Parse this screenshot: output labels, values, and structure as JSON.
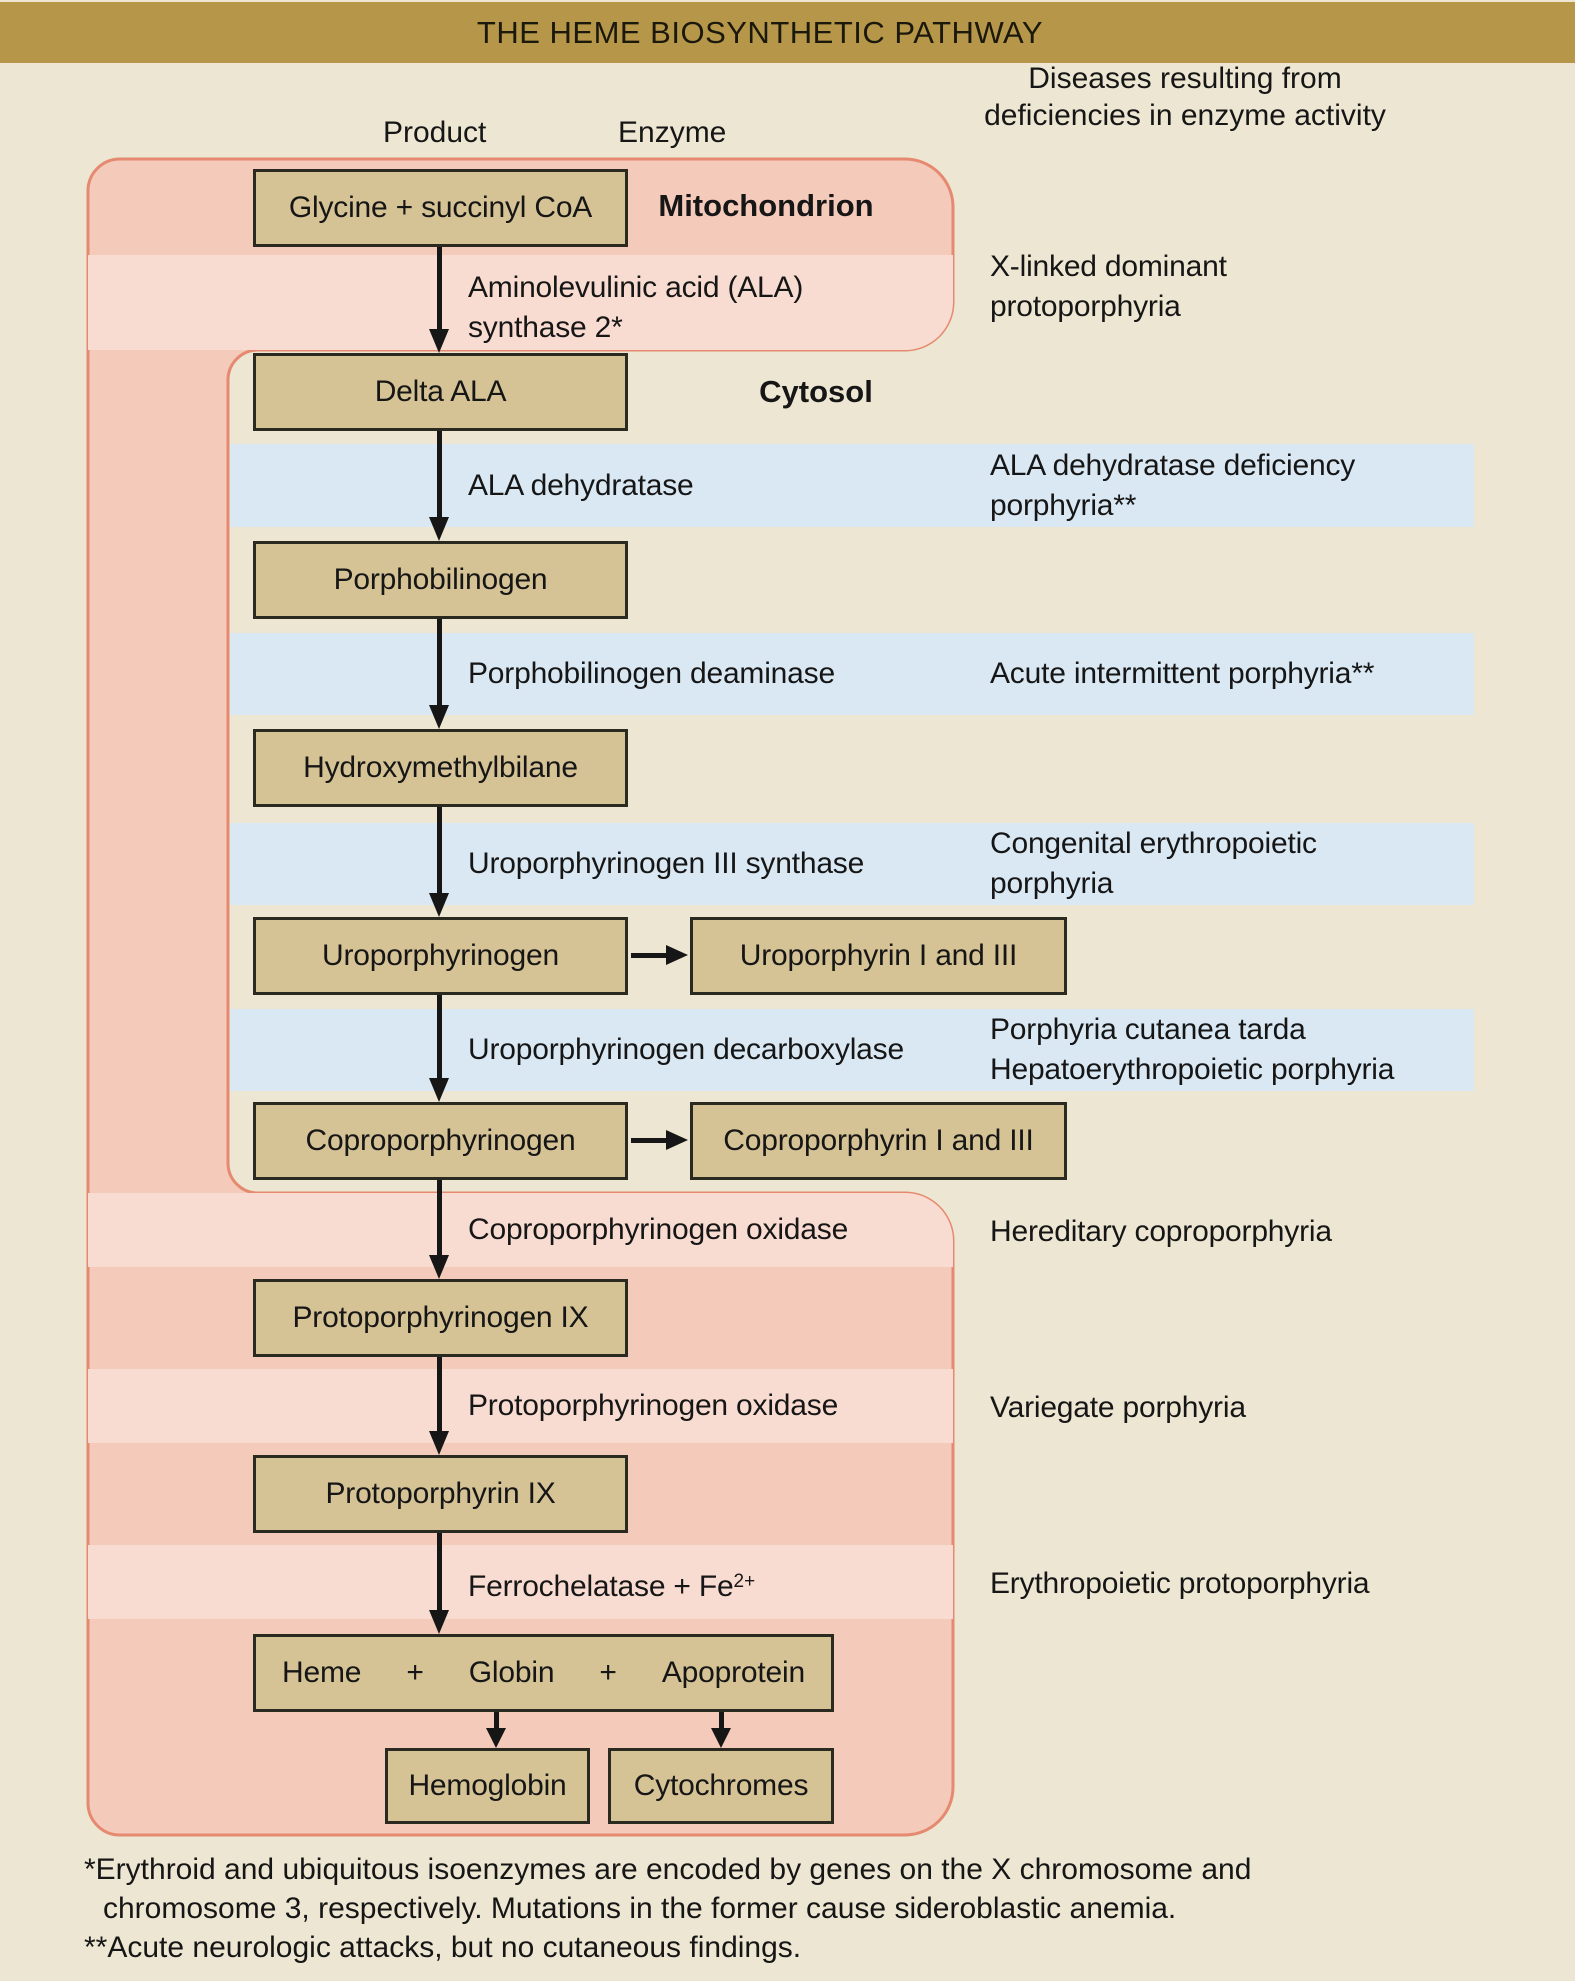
{
  "title": "THE HEME BIOSYNTHETIC PATHWAY",
  "column_headers": {
    "product": "Product",
    "enzyme": "Enzyme",
    "diseases_line1": "Diseases resulting from",
    "diseases_line2": "deficiencies in enzyme activity"
  },
  "region_labels": {
    "mitochondrion": "Mitochondrion",
    "cytosol": "Cytosol"
  },
  "steps": [
    {
      "product": "Glycine + succinyl CoA",
      "enzyme_line1": "Aminolevulinic acid (ALA)",
      "enzyme_line2": "synthase 2*",
      "disease_line1": "X-linked dominant",
      "disease_line2": "protoporphyria"
    },
    {
      "product": "Delta ALA",
      "enzyme_line1": "ALA dehydratase",
      "disease_line1": "ALA dehydratase deficiency",
      "disease_line2": "porphyria**"
    },
    {
      "product": "Porphobilinogen",
      "enzyme_line1": "Porphobilinogen deaminase",
      "disease_line1": "Acute intermittent porphyria**"
    },
    {
      "product": "Hydroxymethylbilane",
      "enzyme_line1": "Uroporphyrinogen III synthase",
      "disease_line1": "Congenital erythropoietic",
      "disease_line2": "porphyria"
    },
    {
      "product": "Uroporphyrinogen",
      "side_product": "Uroporphyrin I and III",
      "enzyme_line1": "Uroporphyrinogen decarboxylase",
      "disease_line1": "Porphyria cutanea tarda",
      "disease_line2": "Hepatoerythropoietic porphyria"
    },
    {
      "product": "Coproporphyrinogen",
      "side_product": "Coproporphyrin I and III",
      "enzyme_line1": "Coproporphyrinogen oxidase",
      "disease_line1": "Hereditary coproporphyria"
    },
    {
      "product": "Protoporphyrinogen IX",
      "enzyme_line1": "Protoporphyrinogen oxidase",
      "disease_line1": "Variegate porphyria"
    },
    {
      "product": "Protoporphyrin IX",
      "enzyme_line1": "Ferrochelatase + Fe",
      "enzyme_sup": "2+",
      "disease_line1": "Erythropoietic protoporphyria"
    }
  ],
  "final": {
    "parts": [
      "Heme",
      "+",
      "Globin",
      "+",
      "Apoprotein"
    ],
    "outputs": [
      "Hemoglobin",
      "Cytochromes"
    ]
  },
  "footnotes": [
    "*Erythroid and ubiquitous isoenzymes are encoded by genes on the X chromosome and",
    "chromosome 3, respectively. Mutations in the former cause sideroblastic anemia.",
    "**Acute neurologic attacks, but no cutaneous findings."
  ],
  "colors": {
    "title_bar": "#B6974A",
    "background": "#EDE6D2",
    "mitochondrion_fill": "#F4CABB",
    "mitochondrion_band": "#F9DCD1",
    "mitochondrion_border": "#E58A70",
    "cytosol_band": "#D9E8F3",
    "box_fill": "#D5C295",
    "box_border": "#2B2A20",
    "text": "#161616"
  }
}
